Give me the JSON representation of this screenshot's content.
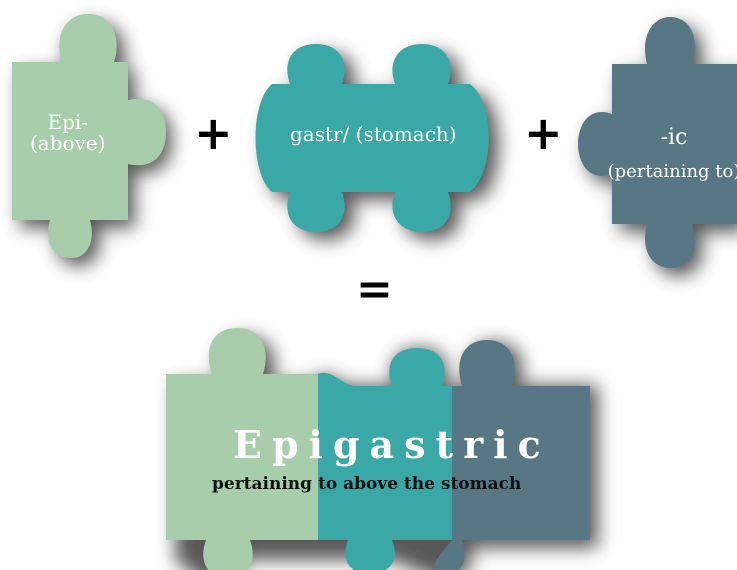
{
  "pieces": [
    {
      "id": "prefix",
      "lines": [
        "Epi-",
        "(above)"
      ],
      "color": "#a8cdaa"
    },
    {
      "id": "root",
      "lines": [
        "gastr/ (stomach)"
      ],
      "color": "#3aa8a6"
    },
    {
      "id": "suffix",
      "lines": [
        "-ic",
        "(pertaining to)"
      ],
      "color": "#577785"
    }
  ],
  "operators": {
    "plus_1": "+",
    "plus_2": "+",
    "equals": "="
  },
  "result": {
    "word": "Epigastric",
    "definition": "pertaining to above the stomach",
    "colors": [
      "#a8cdaa",
      "#3aa8a6",
      "#577785"
    ]
  },
  "shadow_color": "#3a3a3a"
}
